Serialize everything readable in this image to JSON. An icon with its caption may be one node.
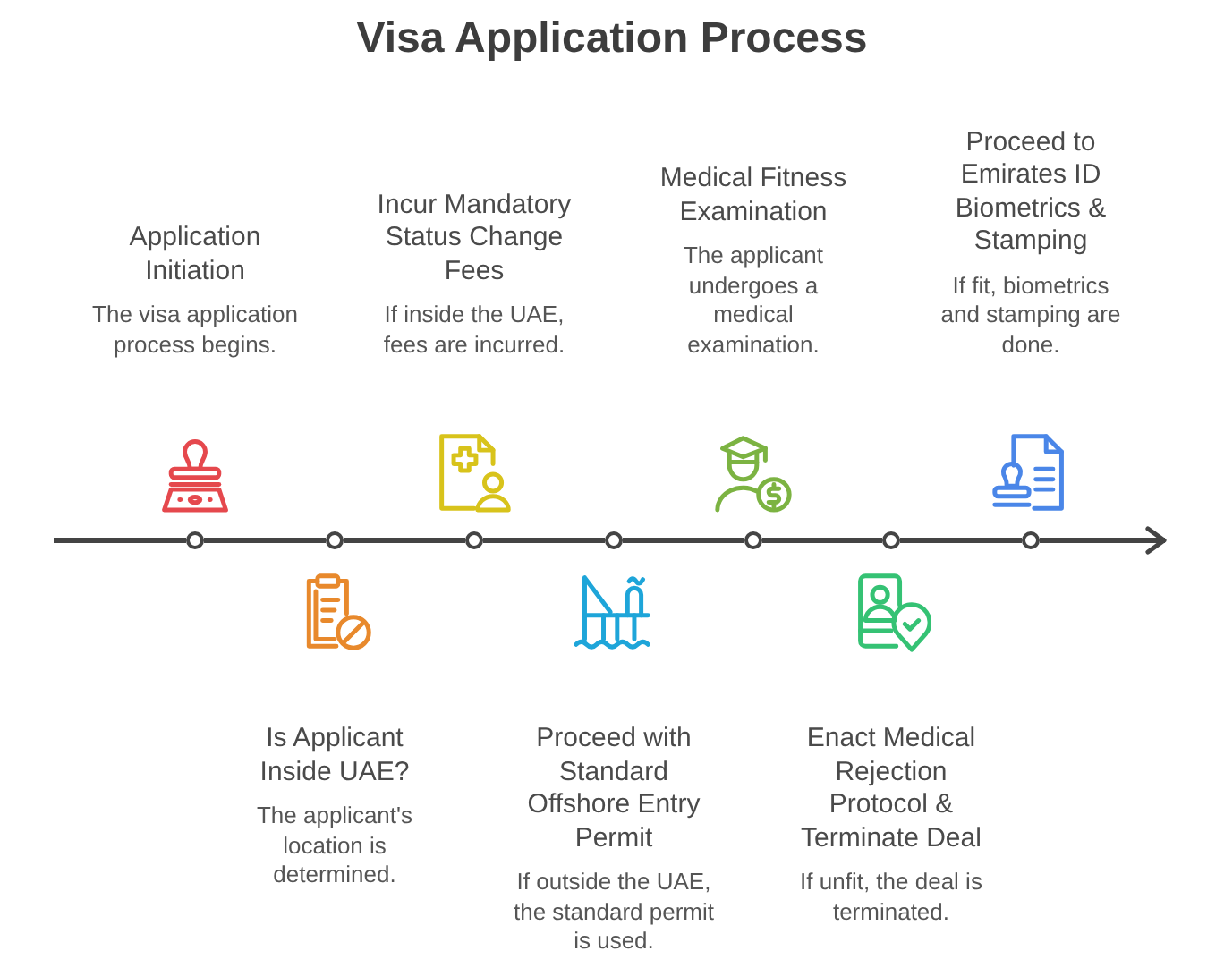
{
  "diagram": {
    "title": "Visa Application Process",
    "nodes": [
      {
        "text": [],
        "shape": "circle",
        "beside": [
          "Application Initiation",
          "The visa application process begins."
        ]
      },
      {
        "text": [],
        "shape": "circle",
        "beside": [
          "Is Applicant Inside UAE?",
          "The applicant's location is determined."
        ]
      },
      {
        "text": [],
        "shape": "circle",
        "beside": [
          "Incur Mandatory Status Change Fees",
          "If inside the UAE, fees are incurred."
        ]
      },
      {
        "text": [],
        "shape": "circle",
        "beside": [
          "Proceed with Standard Offshore Entry Permit",
          "If outside the UAE, the standard permit is used."
        ]
      },
      {
        "text": [],
        "shape": "circle",
        "beside": [
          "Medical Fitness Examination",
          "The applicant undergoes a medical examination."
        ]
      },
      {
        "text": [],
        "shape": "circle",
        "beside": [
          "Enact Medical Rejection Protocol & Terminate Deal",
          "If unfit, the deal is terminated."
        ]
      },
      {
        "text": [],
        "shape": "circle",
        "beside": [
          "Proceed to Emirates ID Biometrics & Stamping",
          "If fit, biometrics and stamping are done."
        ]
      }
    ],
    "edges": [
      {
        "from": null,
        "to": 0,
        "arrow": "none"
      },
      {
        "from": 0,
        "to": 1,
        "arrow": "none"
      },
      {
        "from": 1,
        "to": 2,
        "arrow": "none"
      },
      {
        "from": 2,
        "to": 3,
        "arrow": "none"
      },
      {
        "from": 3,
        "to": 4,
        "arrow": "none"
      },
      {
        "from": 4,
        "to": 5,
        "arrow": "none"
      },
      {
        "from": 5,
        "to": 6,
        "arrow": "none"
      },
      {
        "from": 6,
        "to": null,
        "arrow": "to"
      }
    ]
  }
}
